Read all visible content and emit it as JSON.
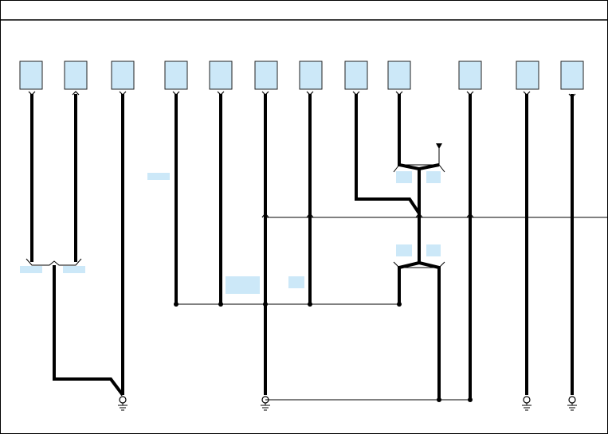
{
  "title": "",
  "colors": {
    "background": "#ffffff",
    "connector_fill": "#cce8f8",
    "connector_stroke": "#222222",
    "label_fill": "#cce8f8",
    "wire": "#000000",
    "border": "#000000"
  },
  "connectors": [
    {
      "id": "c1",
      "label": ""
    },
    {
      "id": "c2",
      "label": ""
    },
    {
      "id": "c3",
      "label": ""
    },
    {
      "id": "c4",
      "label": ""
    },
    {
      "id": "c5",
      "label": ""
    },
    {
      "id": "c6",
      "label": ""
    },
    {
      "id": "c7",
      "label": ""
    },
    {
      "id": "c8",
      "label": ""
    },
    {
      "id": "c9",
      "label": ""
    },
    {
      "id": "c10",
      "label": ""
    },
    {
      "id": "c11",
      "label": ""
    },
    {
      "id": "c12",
      "label": ""
    }
  ],
  "labels": [
    {
      "id": "l1",
      "text": ""
    },
    {
      "id": "l2",
      "text": ""
    },
    {
      "id": "l3",
      "text": ""
    },
    {
      "id": "l4",
      "text": ""
    },
    {
      "id": "l5",
      "text": ""
    },
    {
      "id": "l6",
      "text": ""
    },
    {
      "id": "l7",
      "text": ""
    },
    {
      "id": "l8",
      "text": ""
    },
    {
      "id": "l9",
      "text": ""
    }
  ],
  "grounds": [
    {
      "id": "g1",
      "icon": "ground-icon"
    },
    {
      "id": "g2",
      "icon": "ground-icon"
    },
    {
      "id": "g3",
      "icon": "ground-icon"
    },
    {
      "id": "g4",
      "icon": "ground-icon"
    }
  ],
  "icons": {
    "ground": "ground-icon",
    "arrow": "arrow-down-icon",
    "arrow_up": "arrow-up-icon",
    "splice": "splice-dot-icon"
  }
}
